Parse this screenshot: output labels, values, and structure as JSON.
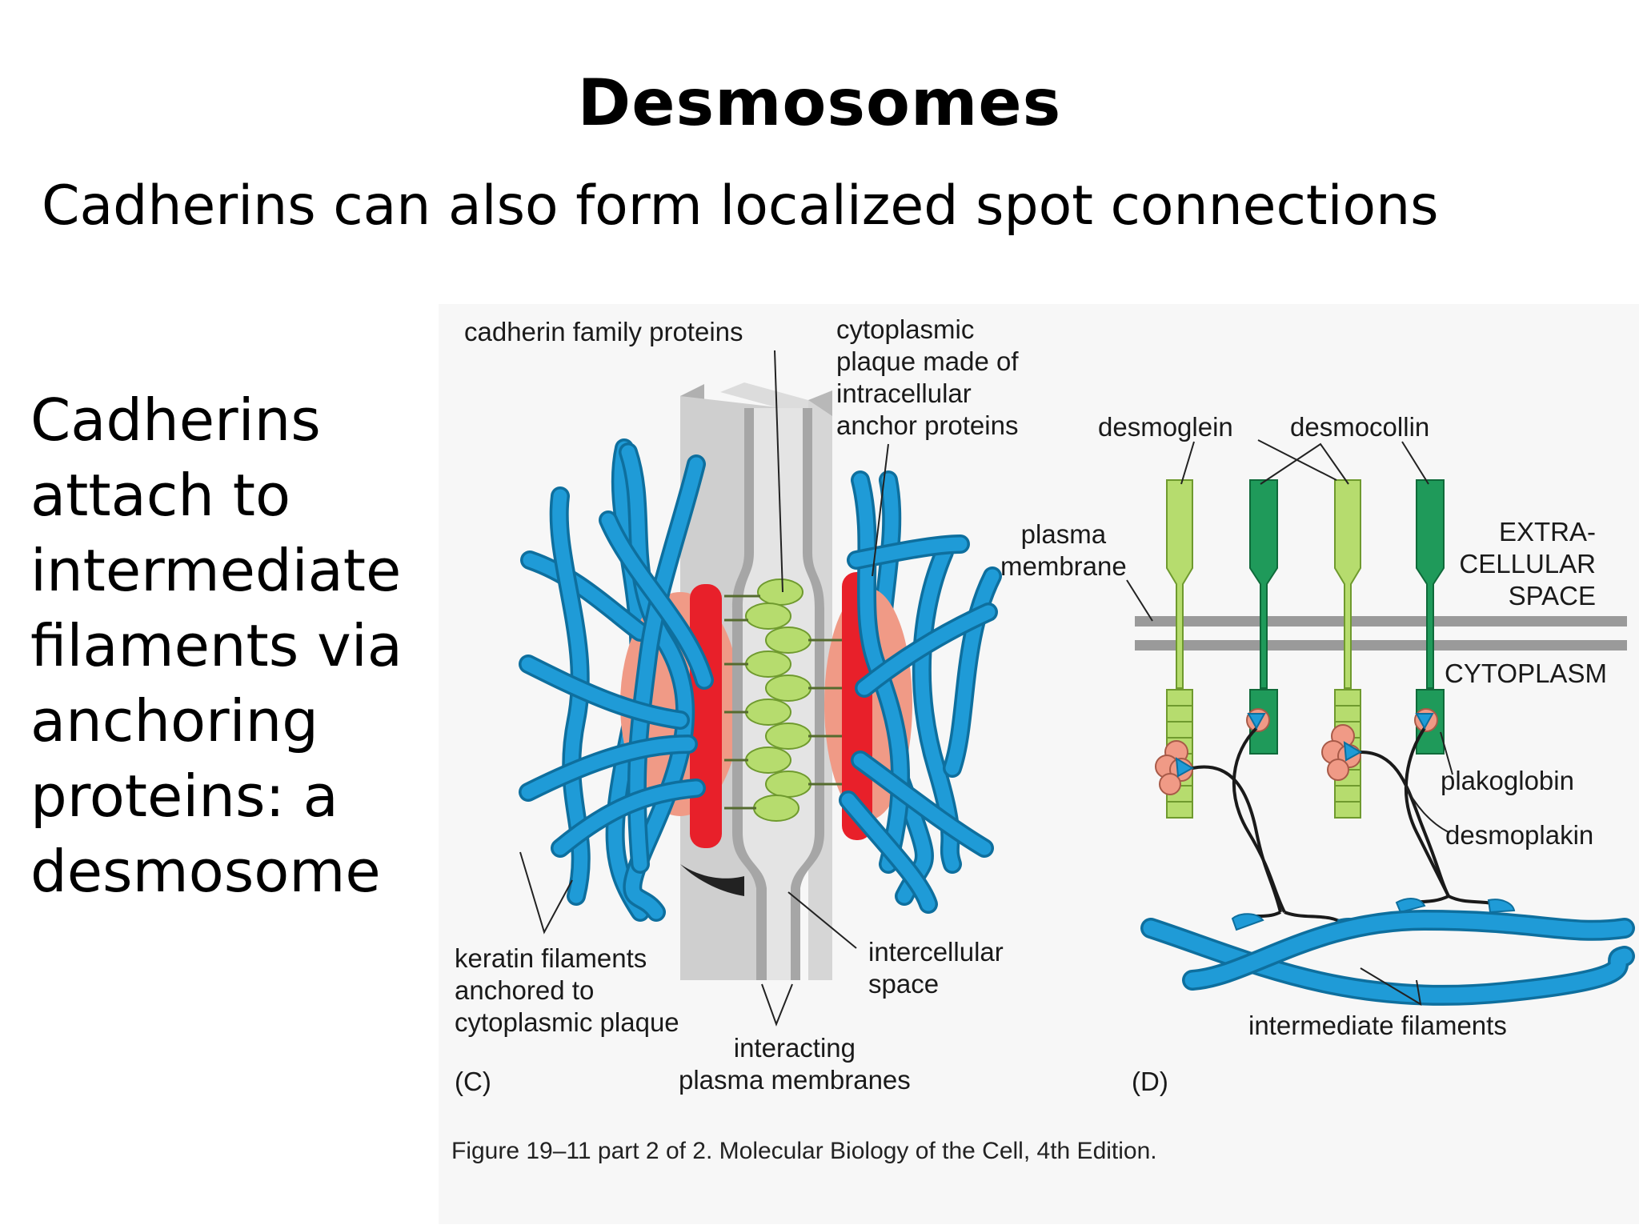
{
  "title": "Desmosomes",
  "subtitle": "Cadherins can also form localized spot connections",
  "side_text": [
    "Cadherins",
    "attach to",
    "intermediate",
    "filaments via",
    "anchoring",
    "proteins: a",
    "desmosome"
  ],
  "panel_c": {
    "cadherin_label": "cadherin family proteins",
    "plaque_label": [
      "cytoplasmic",
      "plaque made of",
      "intracellular",
      "anchor proteins"
    ],
    "keratin_label": [
      "keratin filaments",
      "anchored to",
      "cytoplasmic plaque"
    ],
    "intercellular_label": [
      "intercellular",
      "space"
    ],
    "membranes_label": [
      "interacting",
      "plasma membranes"
    ],
    "panel_letter": "(C)"
  },
  "panel_d": {
    "desmoglein_label": "desmoglein",
    "desmocollin_label": "desmocollin",
    "plasma_membrane_label": [
      "plasma",
      "membrane"
    ],
    "extracellular_label": [
      "EXTRA-",
      "CELLULAR",
      "SPACE"
    ],
    "cytoplasm_label": "CYTOPLASM",
    "plakoglobin_label": "plakoglobin",
    "desmoplakin_label": "desmoplakin",
    "intermediate_filaments_label": "intermediate filaments",
    "panel_letter": "(D)"
  },
  "caption": "Figure 19–11 part 2 of 2. Molecular Biology of the Cell, 4th Edition.",
  "colors": {
    "filament_blue": "#1f9bd7",
    "plaque_red": "#e8202a",
    "plaque_pink": "#f09a86",
    "cadherin_green": "#b6dc6e",
    "desmocollin_green": "#1f9a5a",
    "membrane_gray": "#9a9a9a"
  }
}
